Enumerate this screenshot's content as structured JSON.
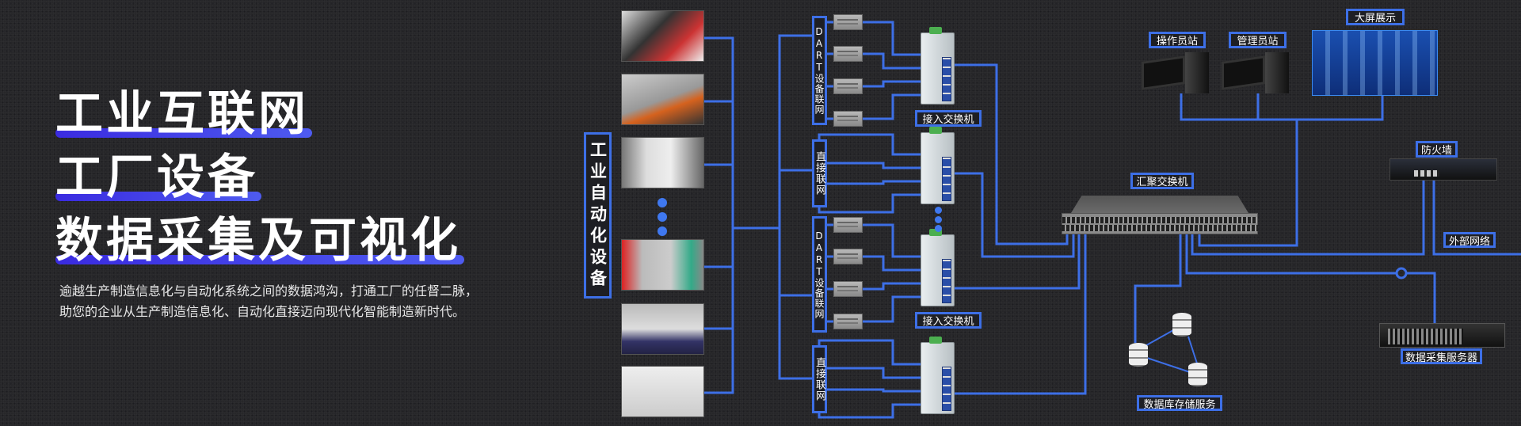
{
  "headline": {
    "line1": "工业互联网",
    "line2": "工厂设备",
    "line3": "数据采集及可视化"
  },
  "subtitle": {
    "line1": "逾越生产制造信息化与自动化系统之间的数据鸿沟，打通工厂的任督二脉，",
    "line2": "助您的企业从生产制造信息化、自动化直接迈向现代化智能制造新时代。"
  },
  "diagram": {
    "equipment_label": "工业自动化设备",
    "groups": [
      "DART设备联网",
      "直接联网",
      "DART设备联网",
      "直接联网"
    ],
    "access_switch": "接入交换机",
    "aggregation_switch": "汇聚交换机",
    "operator_station": "操作员站",
    "admin_station": "管理员站",
    "big_screen": "大屏展示",
    "firewall": "防火墙",
    "external_network": "外部网络",
    "collection_server": "数据采集服务器",
    "database_storage": "数据库存储服务"
  },
  "colors": {
    "accent": "#3d6fe6",
    "highlight": "#3a2be0",
    "background": "#262629"
  }
}
